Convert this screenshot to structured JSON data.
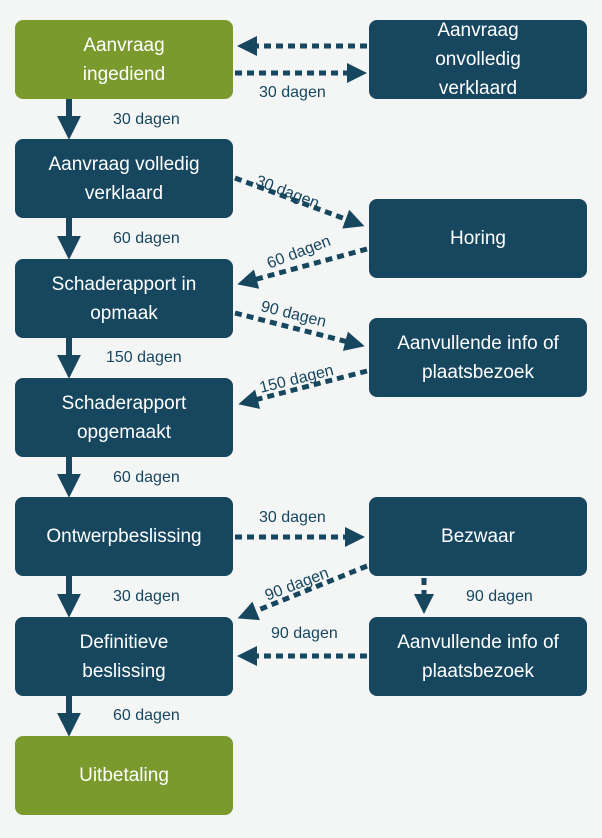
{
  "colors": {
    "dark_box": "#17475f",
    "green_box": "#7a9a2e",
    "arrow": "#17475f",
    "label_text": "#17475f",
    "background": "#f4f5f5"
  },
  "nodes": {
    "aanvraag_ingediend": "Aanvraag\ningediend",
    "aanvraag_onvolledig": "Aanvraag\nonvolledig\nverklaard",
    "aanvraag_volledig": "Aanvraag volledig\nverklaard",
    "horing": "Horing",
    "schaderapport_opmaak": "Schaderapport in\nopmaak",
    "aanvullende_info_1": "Aanvullende info of\nplaatsbezoek",
    "schaderapport_opgemaakt": "Schaderapport\nopgemaakt",
    "ontwerpbeslissing": "Ontwerpbeslissing",
    "bezwaar": "Bezwaar",
    "definitieve_beslissing": "Definitieve\nbeslissing",
    "aanvullende_info_2": "Aanvullende info of\nplaatsbezoek",
    "uitbetaling": "Uitbetaling"
  },
  "edge_labels": {
    "onvolledig_loop": "30 dagen",
    "ingediend_to_volledig": "30 dagen",
    "volledig_to_horing": "30 dagen",
    "volledig_to_schaderapport": "60 dagen",
    "horing_to_schaderapport": "60 dagen",
    "schaderapport_to_info": "90 dagen",
    "schaderapport_to_opgemaakt": "150 dagen",
    "info_to_opgemaakt": "150 dagen",
    "opgemaakt_to_ontwerp": "60 dagen",
    "ontwerp_to_bezwaar": "30 dagen",
    "bezwaar_to_definitieve": "90 dagen",
    "ontwerp_to_definitieve": "30 dagen",
    "bezwaar_to_info": "90 dagen",
    "info_to_definitieve": "90 dagen",
    "definitieve_to_uitbetaling": "60 dagen"
  }
}
